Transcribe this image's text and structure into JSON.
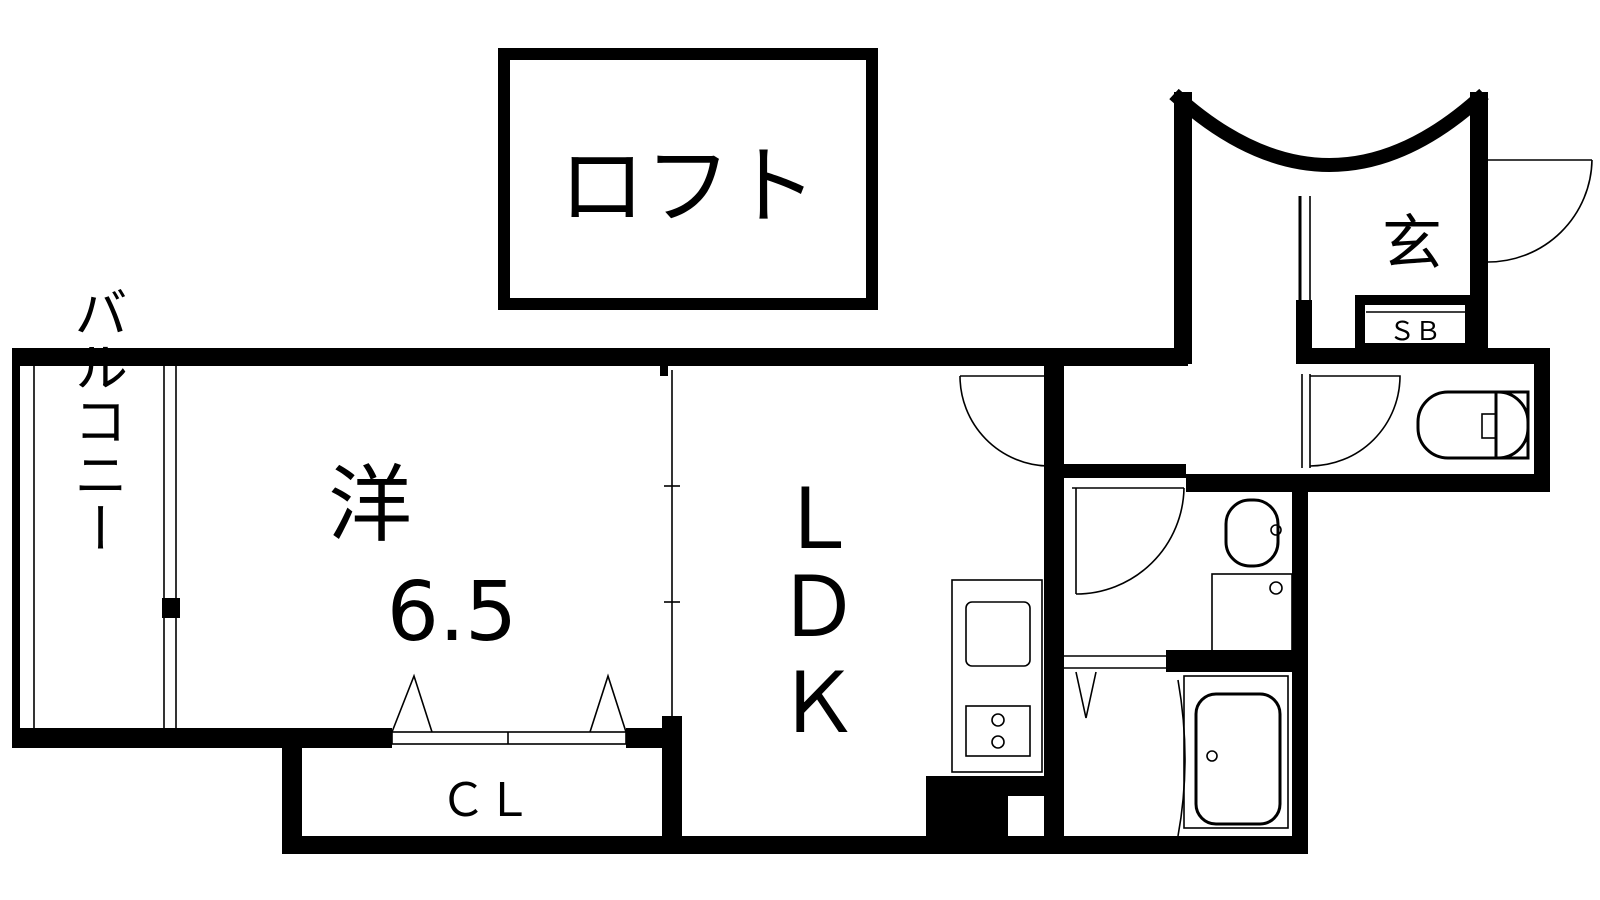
{
  "rooms": {
    "loft": "ロフト",
    "entrance": "玄",
    "shoe_box": "ＳＢ",
    "balcony": "バルコニー",
    "western_room": "洋",
    "western_size": "6.5",
    "closet": "ＣＬ",
    "ldk_l": "Ｌ",
    "ldk_d": "Ｄ",
    "ldk_k": "Ｋ"
  },
  "colors": {
    "wall": "#000000",
    "background": "#ffffff"
  }
}
